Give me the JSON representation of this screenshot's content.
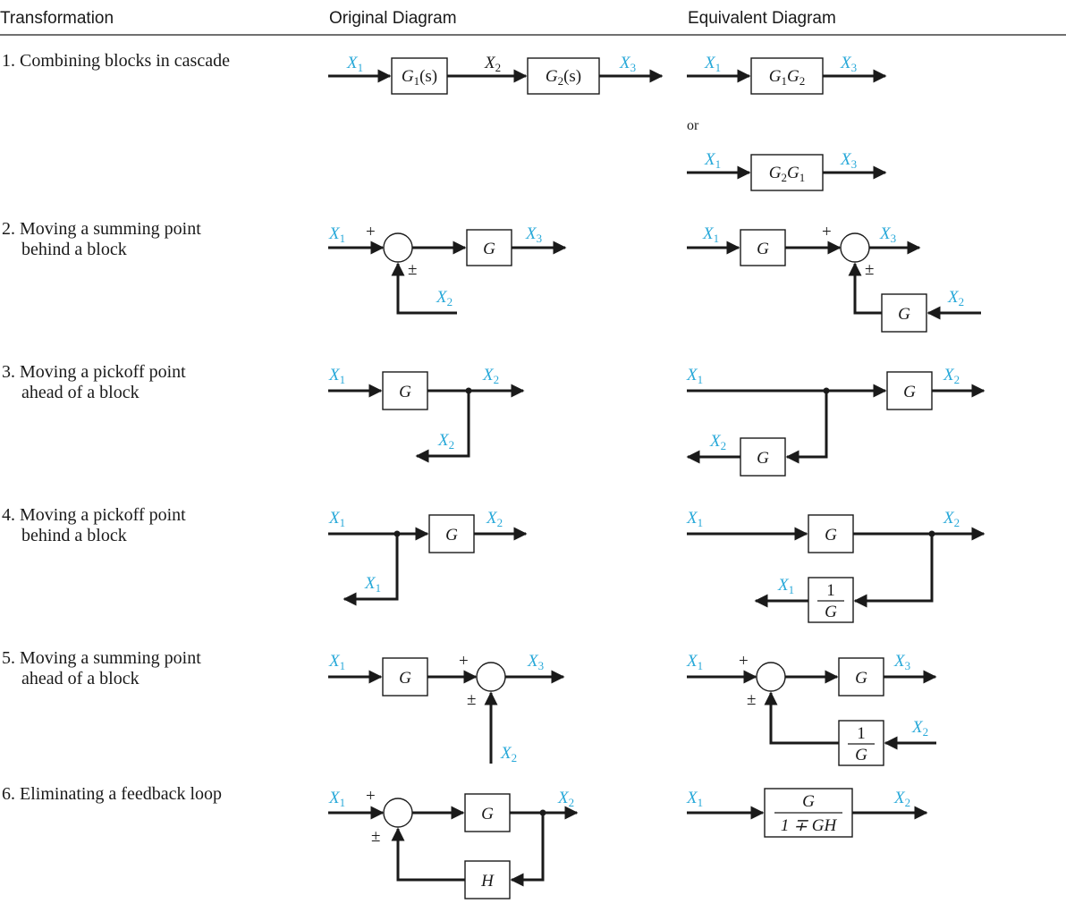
{
  "headers": {
    "transformation": "Transformation",
    "original": "Original Diagram",
    "equivalent": "Equivalent Diagram"
  },
  "rows": [
    {
      "line1": "1. Combining blocks in cascade",
      "line2": ""
    },
    {
      "line1": "2. Moving a summing point",
      "line2": "behind a block"
    },
    {
      "line1": "3. Moving a pickoff point",
      "line2": "ahead of a block"
    },
    {
      "line1": "4. Moving a pickoff point",
      "line2": "behind a block"
    },
    {
      "line1": "5. Moving a summing point",
      "line2": "ahead of a block"
    },
    {
      "line1": "6. Eliminating a feedback loop",
      "line2": ""
    }
  ],
  "symbols": {
    "X": "X",
    "one": "1",
    "two": "2",
    "three": "3",
    "G": "G",
    "H": "H",
    "s_paren": "(s)",
    "plus": "+",
    "plusminus": "±",
    "or": "or",
    "frac_one": "1",
    "mpfrac_den": "1 ∓ GH"
  },
  "colors": {
    "signal_label": "#29a9d9",
    "ink": "#1a1a1a"
  }
}
